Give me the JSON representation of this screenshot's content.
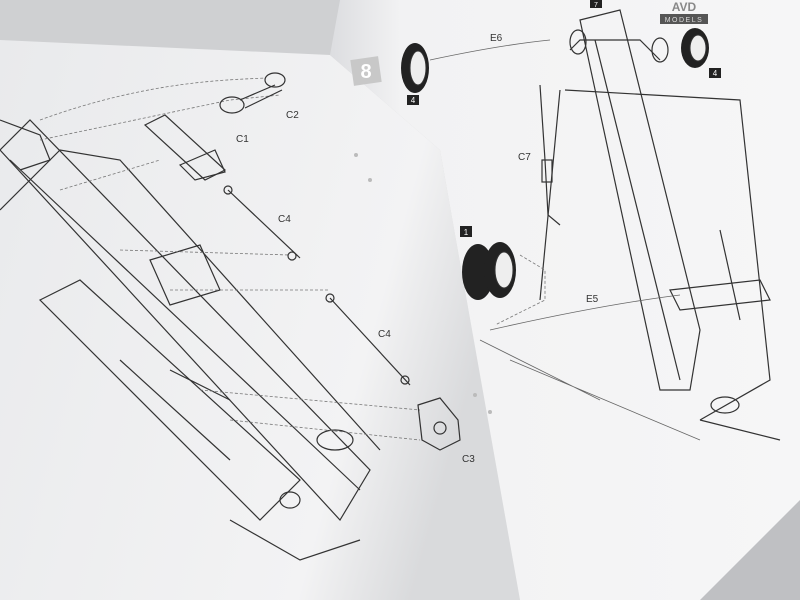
{
  "step_number": "8",
  "top_step_marker": "7",
  "brand_logo": {
    "top": "AVD",
    "bottom": "MODELS"
  },
  "part_labels": {
    "e6": "E6",
    "e5": "E5",
    "c1": "C1",
    "c2": "C2",
    "c3": "C3",
    "c4_top": "C4",
    "c4_bottom": "C4",
    "c7": "C7"
  },
  "quantity_badges": {
    "wheel_left": "4",
    "wheel_right": "4",
    "dual_wheel": "1"
  },
  "colors": {
    "paper": "#f2f2f3",
    "ink": "#333333",
    "badge": "#222222",
    "step_box": "#c8c8c8"
  }
}
